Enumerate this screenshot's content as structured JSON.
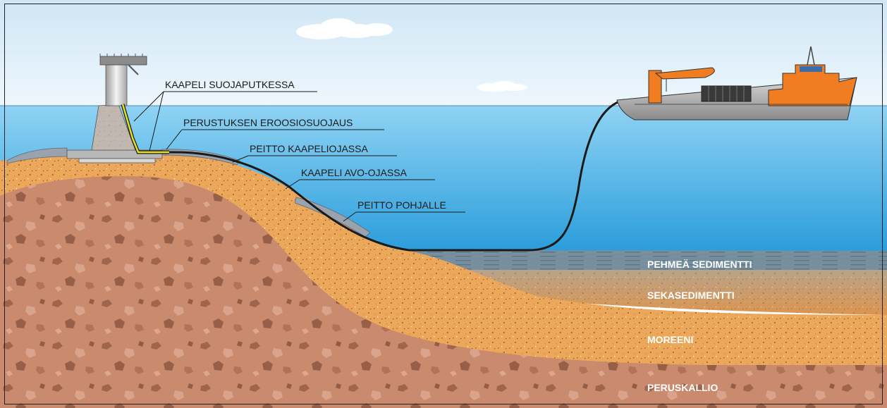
{
  "callouts": {
    "cable_in_protective_pipe": "KAAPELI SUOJAPUTKESSA",
    "foundation_erosion_protection": "PERUSTUKSEN EROOSIOSUOJAUS",
    "cover_in_cable_trench": "PEITTO KAAPELIOJASSA",
    "cable_in_open_trench": "KAAPELI AVO-OJASSA",
    "cover_on_seabed": "PEITTO POHJALLE"
  },
  "layers": {
    "soft_sediment": "PEHMEÄ SEDIMENTTI",
    "mixed_sediment": "SEKASEDIMENTTI",
    "moraine": "MOREENI",
    "bedrock": "PERUSKALLIO"
  },
  "colors": {
    "sky_top": "#cfe6f5",
    "sky_bottom": "#eef7fd",
    "sea_top": "#8fd3f4",
    "sea_bottom": "#1f97d8",
    "moraine": "#eba85a",
    "bedrock": "#c98a6d",
    "ship_hull": "#f07d22",
    "cable": "#1a1a1a",
    "pipe": "#e8e020"
  }
}
